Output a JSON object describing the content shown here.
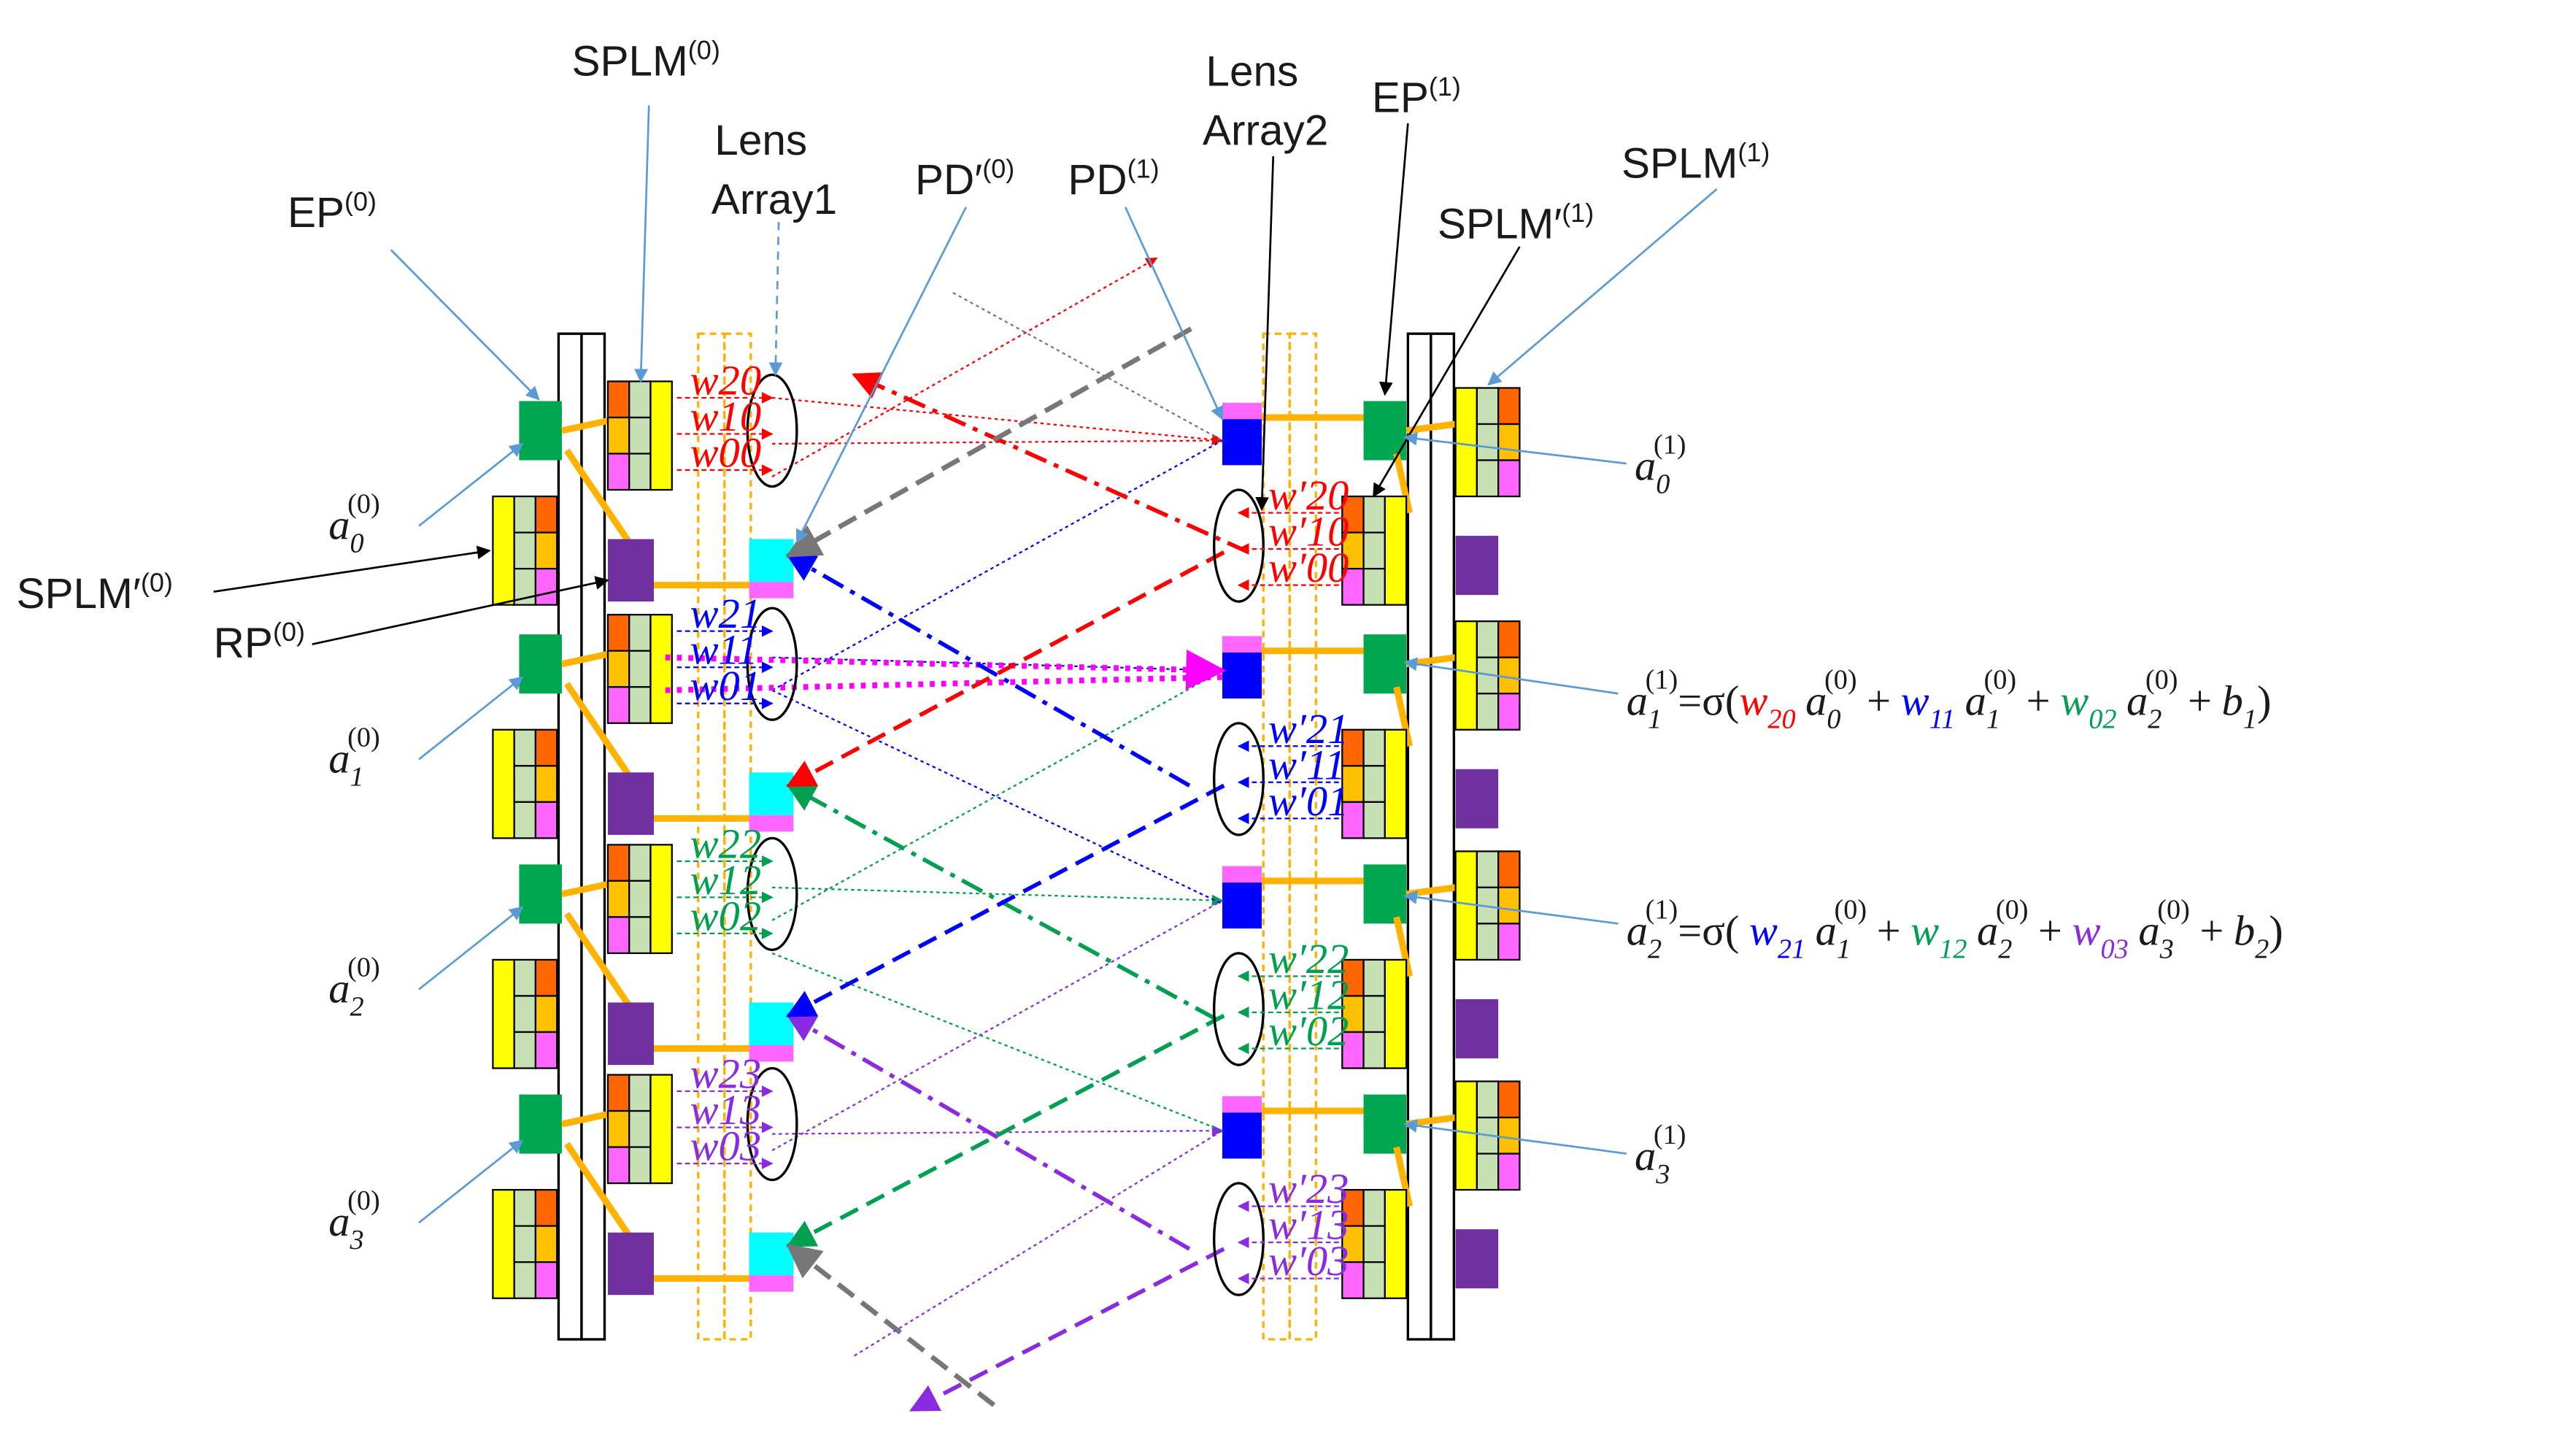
{
  "labels": {
    "ep0": "EP",
    "ep0_sup": "(0)",
    "splm0": "SPLM",
    "splm0_sup": "(0)",
    "lens1_line1": "Lens",
    "lens1_line2": "Array1",
    "pdp0": "PD′",
    "pdp0_sup": "(0)",
    "pd1": "PD",
    "pd1_sup": "(1)",
    "lens2_line1": "Lens",
    "lens2_line2": "Array2",
    "ep1": "EP",
    "ep1_sup": "(1)",
    "splm1": "SPLM",
    "splm1_sup": "(1)",
    "splmp1": "SPLM′",
    "splmp1_sup": "(1)",
    "splmp0": "SPLM′",
    "splmp0_sup": "(0)",
    "rp0": "RP",
    "rp0_sup": "(0)"
  },
  "inputs": [
    {
      "sym": "a",
      "sub": "0",
      "sup": "(0)"
    },
    {
      "sym": "a",
      "sub": "1",
      "sup": "(0)"
    },
    {
      "sym": "a",
      "sub": "2",
      "sup": "(0)"
    },
    {
      "sym": "a",
      "sub": "3",
      "sup": "(0)"
    }
  ],
  "outputs": [
    {
      "sym": "a",
      "sub": "0",
      "sup": "(1)"
    },
    {
      "sym": "a",
      "sub": "3",
      "sup": "(1)"
    }
  ],
  "eq1": {
    "lhs": "a",
    "lhs_sub": "1",
    "lhs_sup": "(1)",
    "eq": "=σ(",
    "t1w": "w",
    "t1w_sub": "20",
    "t1a": "a",
    "t1a_sub": "0",
    "t1a_sup": "(0)",
    "plus": "+",
    "t2w": "w",
    "t2w_sub": "11",
    "t2a": "a",
    "t2a_sub": "1",
    "t2a_sup": "(0)",
    "t3w": "w",
    "t3w_sub": "02",
    "t3a": "a",
    "t3a_sub": "2",
    "t3a_sup": "(0)",
    "b": "b",
    "b_sub": "1",
    "close": ")"
  },
  "eq2": {
    "lhs": "a",
    "lhs_sub": "2",
    "lhs_sup": "(1)",
    "eq": "=σ(",
    "t1w": "w",
    "t1w_sub": "21",
    "t1a": "a",
    "t1a_sub": "1",
    "t1a_sup": "(0)",
    "plus": "+",
    "t2w": "w",
    "t2w_sub": "12",
    "t2a": "a",
    "t2a_sub": "2",
    "t2a_sup": "(0)",
    "t3w": "w",
    "t3w_sub": "03",
    "t3a": "a",
    "t3a_sub": "3",
    "t3a_sup": "(0)",
    "b": "b",
    "b_sub": "2",
    "close": ")"
  },
  "weights_left": [
    {
      "color": "#ff0000",
      "labels": [
        "w20",
        "w10",
        "w00"
      ]
    },
    {
      "color": "#0000ff",
      "labels": [
        "w21",
        "w11",
        "w01"
      ]
    },
    {
      "color": "#00a050",
      "labels": [
        "w22",
        "w12",
        "w02"
      ]
    },
    {
      "color": "#8a2be2",
      "labels": [
        "w23",
        "w13",
        "w03"
      ]
    }
  ],
  "weights_right": [
    {
      "color": "#ff0000",
      "labels": [
        "w′20",
        "w′10",
        "w′00"
      ]
    },
    {
      "color": "#0000ff",
      "labels": [
        "w′21",
        "w′11",
        "w′01"
      ]
    },
    {
      "color": "#00a050",
      "labels": [
        "w′22",
        "w′12",
        "w′02"
      ]
    },
    {
      "color": "#8a2be2",
      "labels": [
        "w′23",
        "w′13",
        "w′03"
      ]
    }
  ],
  "colors": {
    "red": "#ff0000",
    "blue": "#0000ff",
    "green": "#00a050",
    "purple": "#8a2be2",
    "magenta": "#ff00ff",
    "gray": "#777777",
    "orange_wire": "#ffb300",
    "ep_green": "#00a650",
    "rp_purple": "#7030a0",
    "pd_cyan": "#00ffff",
    "pd_blue": "#0000ff",
    "pd_pink": "#ff66ff",
    "pointer_blue": "#5b9bd5"
  }
}
